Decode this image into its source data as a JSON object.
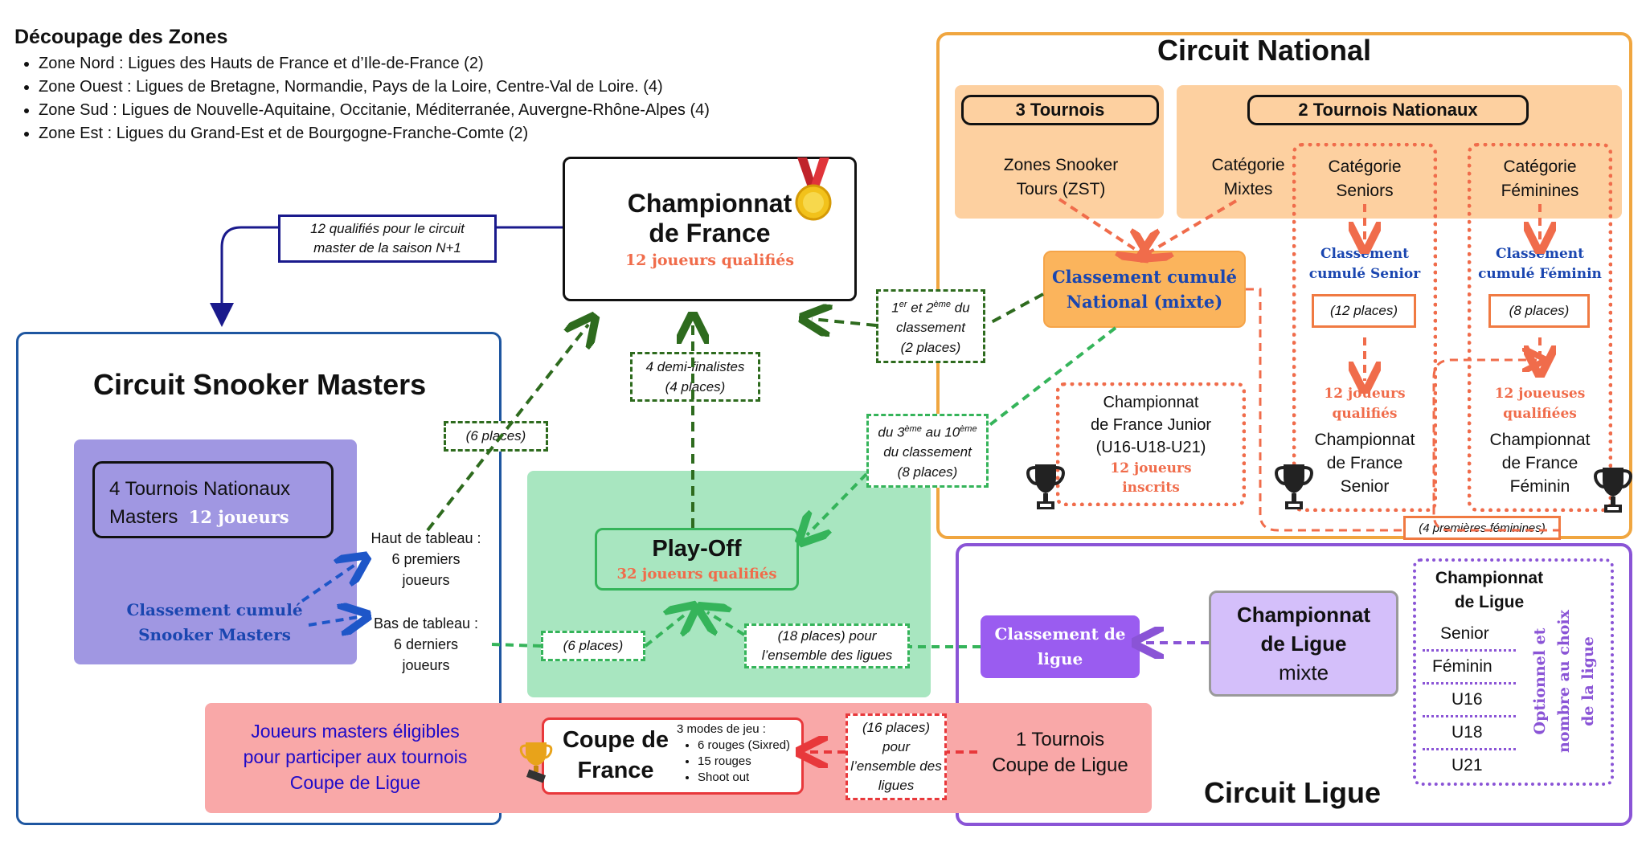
{
  "zones": {
    "title": "Découpage des Zones",
    "items": [
      "Zone Nord : Ligues des Hauts de France et d’Ile-de-France (2)",
      "Zone Ouest : Ligues de Bretagne, Normandie, Pays de la Loire, Centre-Val de Loire. (4)",
      "Zone Sud : Ligues de Nouvelle-Aquitaine, Occitanie, Méditerranée, Auvergne-Rhône-Alpes (4)",
      "Zone Est : Ligues du Grand-Est et de Bourgogne-Franche-Comte (2)"
    ]
  },
  "championnat_france": {
    "line1": "Championnat",
    "line2": "de France",
    "sub": "12 joueurs qualifiés"
  },
  "qualifies_masters": {
    "line1": "12 qualifiés pour le circuit",
    "line2": "master de la saison N+1"
  },
  "masters": {
    "title": "Circuit Snooker Masters",
    "tournois_line1": "4 Tournois Nationaux",
    "tournois_line2": "Masters",
    "tournois_players": "12 joueurs",
    "classement_line1": "Classement cumulé",
    "classement_line2": "Snooker Masters",
    "haut_line1": "Haut de tableau :",
    "haut_line2": "6 premiers",
    "haut_line3": "joueurs",
    "bas_line1": "Bas de tableau :",
    "bas_line2": "6 derniers",
    "bas_line3": "joueurs",
    "six_places_top": "(6 places)",
    "six_places_bottom": "(6 places)"
  },
  "demi": {
    "line1": "4 demi-finalistes",
    "line2": "(4 places)"
  },
  "playoff": {
    "title": "Play-Off",
    "sub": "32 joueurs qualifiés"
  },
  "premiers": {
    "line1a": "1",
    "sup1": "er",
    "line1b": " et 2",
    "sup2": "ème",
    "line1c": " du",
    "line2": "classement",
    "line3": "(2 places)"
  },
  "troisieme": {
    "line1a": "du 3",
    "sup1": "ème",
    "line1b": " au 10",
    "sup2": "ème",
    "line2": "du classement",
    "line3": "(8 places)"
  },
  "dix_huit": {
    "line1": "(18 places) pour",
    "line2": "l’ensemble des ligues"
  },
  "national": {
    "title": "Circuit National",
    "trois_tournois": "3 Tournois",
    "deux_tournois": "2 Tournois Nationaux",
    "zst_line1": "Zones Snooker",
    "zst_line2": "Tours (ZST)",
    "mixtes_line1": "Catégorie",
    "mixtes_line2": "Mixtes",
    "seniors_line1": "Catégorie",
    "seniors_line2": "Seniors",
    "feminines_line1": "Catégorie",
    "feminines_line2": "Féminines",
    "classement_line1": "Classement cumulé",
    "classement_line2": "National (mixte)",
    "senior_class_line1": "Classement",
    "senior_class_line2": "cumulé Senior",
    "senior_places": "(12 places)",
    "senior_qual_line1": "12 joueurs",
    "senior_qual_line2": "qualifiés",
    "senior_champ_line1": "Championnat",
    "senior_champ_line2": "de France",
    "senior_champ_line3": "Senior",
    "fem_class_line1": "Classement",
    "fem_class_line2": "cumulé Féminin",
    "fem_places": "(8 places)",
    "fem_qual_line1": "12 joueuses",
    "fem_qual_line2": "qualifiées",
    "fem_champ_line1": "Championnat",
    "fem_champ_line2": "de France",
    "fem_champ_line3": "Féminin",
    "junior_line1": "Championnat",
    "junior_line2": "de France Junior",
    "junior_line3": "(U16-U18-U21)",
    "junior_sub1": "12 joueurs",
    "junior_sub2": "inscrits",
    "quatre_feminines": "(4 premières féminines)"
  },
  "ligue": {
    "title": "Circuit Ligue",
    "classement_line1": "Classement de",
    "classement_line2": "ligue",
    "champ_line1": "Championnat",
    "champ_line2": "de Ligue",
    "champ_line3": "mixte",
    "cat_title1": "Championnat",
    "cat_title2": "de Ligue",
    "categories": [
      "Senior",
      "Féminin",
      "U16",
      "U18",
      "U21"
    ],
    "optionnel_line1": "Optionnel et",
    "optionnel_line2": "nombre au choix",
    "optionnel_line3": "de la ligue",
    "tournoi_line1": "1 Tournois",
    "tournoi_line2": "Coupe de Ligue"
  },
  "coupe": {
    "eligibles_line1": "Joueurs masters éligibles",
    "eligibles_line2": "pour participer aux tournois",
    "eligibles_line3": "Coupe de Ligue",
    "title_line1": "Coupe de",
    "title_line2": "France",
    "modes_title": "3 modes de jeu :",
    "modes": [
      "6 rouges (Sixred)",
      "15 rouges",
      "Shoot out"
    ],
    "seize_line1": "(16 places)",
    "seize_line2": "pour",
    "seize_line3": "l’ensemble des",
    "seize_line4": "ligues"
  },
  "colors": {
    "orange_accent": "#f06c4b",
    "national_border": "#f0a640",
    "masters_border": "#1e56a0",
    "ligue_border": "#8a54d6",
    "dark_green": "#2e6b1e",
    "light_green": "#35b45a",
    "red": "#e8383b",
    "navy": "#1a1a8c"
  },
  "icons": [
    "medal-icon",
    "trophy-icon",
    "gold-trophy-icon"
  ]
}
